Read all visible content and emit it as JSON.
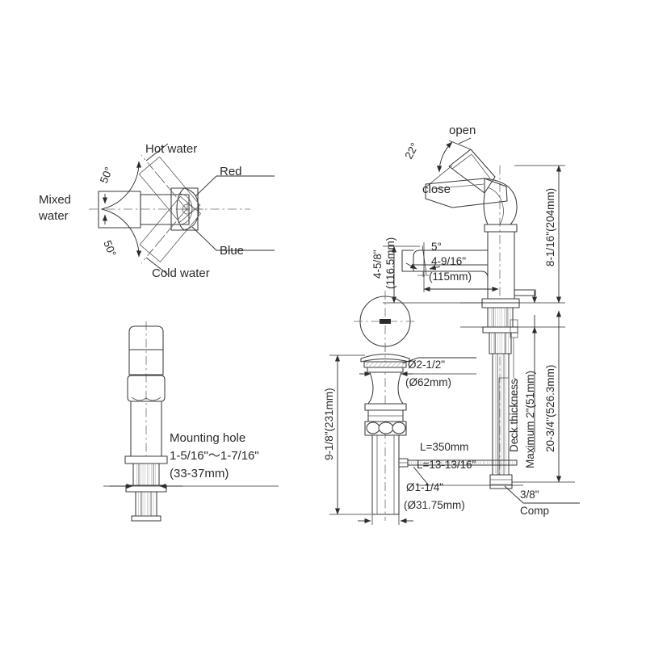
{
  "document": {
    "type": "technical-drawing",
    "subject": "Single-handle bathroom lavatory faucet with pop-up drain",
    "background_color": "#ffffff",
    "line_color": "#3a3a3a",
    "text_color": "#2b2b2b"
  },
  "views": {
    "top_view": {
      "name": "Handle rotation top view",
      "labels": {
        "mixed_water": "Mixed\nwater",
        "mixed_water_line1": "Mixed",
        "mixed_water_line2": "water",
        "hot_water": "Hot water",
        "cold_water": "Cold water",
        "red": "Red",
        "blue": "Blue",
        "angle_hot": "50°",
        "angle_cold": "50°"
      }
    },
    "front_view_faucet": {
      "name": "Faucet front elevation",
      "labels": {
        "open": "open",
        "close": "close",
        "handle_angle": "22°",
        "spout_angle": "5°",
        "spout_height_in": "4-5/8\"",
        "spout_height_mm": "(116.5mm)",
        "spout_reach_in": "4-9/16\"",
        "spout_reach_mm": "(115mm)",
        "total_height_in": "8-1/16\"(204mm)",
        "overall_length_in": "20-3/4\"(526.3mm)",
        "deck_thickness_line1": "Deck thickness",
        "deck_thickness_line2": "Maximum 2\"(51mm)",
        "supply_size": "3/8\"",
        "supply_type": "Comp"
      }
    },
    "drain_view": {
      "name": "Pop-up drain assembly",
      "labels": {
        "flange_dia_in": "Ø2-1/2\"",
        "flange_dia_mm": "(Ø62mm)",
        "tail_dia_in": "Ø1-1/4\"",
        "tail_dia_mm": "(Ø31.75mm)",
        "drain_height": "9-1/8\"(231mm)",
        "rod_length_mm": "L=350mm",
        "rod_length_in": "L=13-13/16\""
      }
    },
    "mounting_view": {
      "name": "Faucet mounting detail",
      "labels": {
        "mounting_hole": "Mounting hole",
        "mounting_range_in": "1-5/16\"～1-7/16\"",
        "mounting_range_mm": "(33-37mm)"
      }
    }
  }
}
